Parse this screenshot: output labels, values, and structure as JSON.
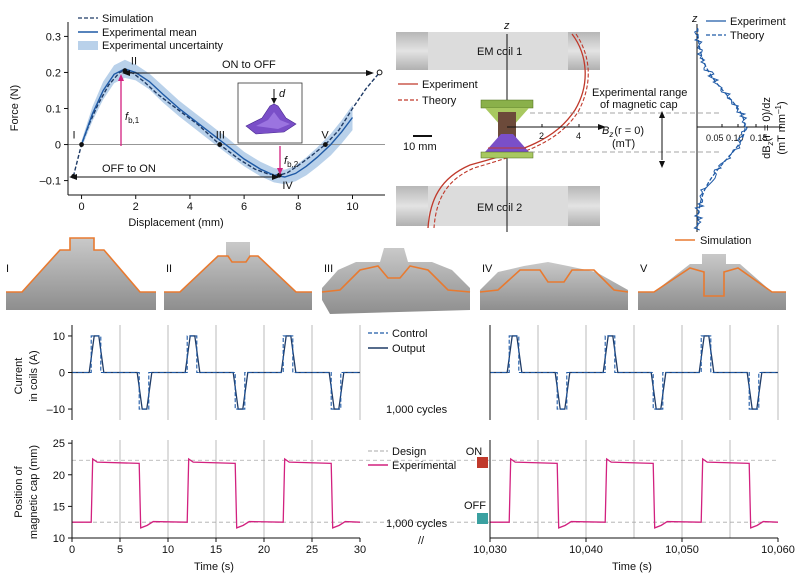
{
  "colors": {
    "experimental": "#1f5aa6",
    "simulation": "#1f3b66",
    "uncertainty": "#b9d1ea",
    "magenta": "#d2217f",
    "orange": "#e87a30",
    "red_on": "#c0392b",
    "teal_off": "#3aa0a0",
    "grid_grey": "#aaaaaa",
    "coil_grey": "#cfcfcf"
  },
  "icons": {
    "on_marker": "red-square",
    "off_marker": "teal-square"
  },
  "chart_data": [
    {
      "type": "line",
      "id": "force-displacement",
      "xlabel": "Displacement (mm)",
      "ylabel": "Force (N)",
      "xlim": [
        -0.5,
        11.2
      ],
      "ylim": [
        -0.14,
        0.34
      ],
      "xticks": [
        0,
        2,
        4,
        6,
        8,
        10
      ],
      "yticks": [
        -0.1,
        0,
        0.1,
        0.2,
        0.3
      ],
      "xtick_labels": [
        "0",
        "2",
        "4",
        "6",
        "8",
        "10"
      ],
      "ytick_labels": [
        "–0.1",
        "0",
        "0.1",
        "0.2",
        "0.3"
      ],
      "legend": [
        "Simulation",
        "Experimental mean",
        "Experimental uncertainty"
      ],
      "legend_position": "top-left",
      "series": [
        {
          "name": "Simulation",
          "style": "dashed",
          "x": [
            -0.3,
            0,
            0.3,
            0.6,
            1.0,
            1.4,
            1.6,
            1.9,
            2.3,
            2.8,
            3.5,
            4.3,
            5.1,
            5.8,
            6.4,
            6.9,
            7.3,
            7.6,
            8.0,
            8.5,
            9.0,
            9.5,
            10.0,
            10.5,
            11.0
          ],
          "y": [
            -0.088,
            0,
            0.06,
            0.11,
            0.165,
            0.2,
            0.205,
            0.198,
            0.175,
            0.14,
            0.1,
            0.055,
            0,
            -0.04,
            -0.068,
            -0.082,
            -0.085,
            -0.078,
            -0.058,
            -0.03,
            0,
            0.04,
            0.1,
            0.155,
            0.2
          ]
        },
        {
          "name": "Experimental mean",
          "style": "solid",
          "x": [
            0,
            0.4,
            0.8,
            1.2,
            1.6,
            2.0,
            2.5,
            3.0,
            3.6,
            4.2,
            4.8,
            5.4,
            6.0,
            6.6,
            7.1,
            7.5,
            7.9,
            8.3,
            8.7,
            9.2,
            9.6,
            10.0
          ],
          "y": [
            0,
            0.085,
            0.15,
            0.195,
            0.21,
            0.2,
            0.175,
            0.14,
            0.1,
            0.065,
            0.03,
            -0.005,
            -0.04,
            -0.068,
            -0.085,
            -0.09,
            -0.08,
            -0.06,
            -0.035,
            0,
            0.035,
            0.075
          ]
        },
        {
          "name": "Experimental uncertainty",
          "style": "band",
          "x": [
            0,
            0.4,
            0.8,
            1.2,
            1.6,
            2.0,
            2.5,
            3.0,
            3.6,
            4.2,
            4.8,
            5.4,
            6.0,
            6.6,
            7.1,
            7.5,
            7.9,
            8.3,
            8.7,
            9.2,
            9.6,
            10.0
          ],
          "lo": [
            -0.01,
            0.065,
            0.125,
            0.17,
            0.185,
            0.178,
            0.153,
            0.117,
            0.078,
            0.043,
            0.008,
            -0.027,
            -0.06,
            -0.088,
            -0.105,
            -0.11,
            -0.102,
            -0.085,
            -0.062,
            -0.03,
            0.003,
            0.04
          ],
          "hi": [
            0.01,
            0.105,
            0.175,
            0.22,
            0.235,
            0.222,
            0.197,
            0.163,
            0.122,
            0.087,
            0.052,
            0.017,
            -0.02,
            -0.048,
            -0.065,
            -0.07,
            -0.058,
            -0.035,
            -0.008,
            0.03,
            0.067,
            0.11
          ]
        }
      ],
      "points": [
        {
          "label": "I",
          "x": 0,
          "y": 0
        },
        {
          "label": "II",
          "x": 1.6,
          "y": 0.205
        },
        {
          "label": "III",
          "x": 5.1,
          "y": 0
        },
        {
          "label": "IV",
          "x": 7.3,
          "y": -0.085
        },
        {
          "label": "V",
          "x": 9.0,
          "y": 0
        }
      ],
      "annotations": {
        "on_to_off": "ON to OFF",
        "off_to_on": "OFF to ON",
        "fb1_main": "f",
        "fb1_sub": "b,1",
        "fb2_main": "f",
        "fb2_sub": "b,2",
        "inset_label": "d"
      }
    },
    {
      "type": "diagram",
      "id": "coil-field",
      "labels": {
        "z_axis": "z",
        "coil1": "EM coil 1",
        "coil2": "EM coil 2",
        "experiment": "Experiment",
        "theory": "Theory",
        "scale_bar": "10 mm",
        "bz_main": "B",
        "bz_sub": "z",
        "bz_tail": "(r = 0)",
        "bz_unit": "(mT)",
        "range_line1": "Experimental range",
        "range_line2": "of magnetic cap"
      },
      "bz_ticks": [
        "2",
        "4"
      ]
    },
    {
      "type": "line",
      "id": "field-gradient",
      "xlabel_line1": "dB",
      "xlabel_sub": "z",
      "xlabel_line1_tail": "(r = 0)/dz",
      "xlabel_line2": "(mT mm",
      "xlabel_sup": "–1",
      "xlabel_line2_tail": ")",
      "z_axis": "z",
      "xticks": [
        "0.05",
        "0.10",
        "0.15"
      ],
      "legend": [
        "Experiment",
        "Theory"
      ],
      "legend_position": "top-right"
    },
    {
      "type": "image-sequence",
      "id": "deformation-snapshots",
      "panels": [
        "I",
        "II",
        "III",
        "IV",
        "V"
      ],
      "legend": [
        "Simulation"
      ]
    },
    {
      "type": "line",
      "id": "current",
      "ylabel_line1": "Current",
      "ylabel_line2": "in coils (A)",
      "ylim": [
        -13,
        13
      ],
      "yticks": [
        -10,
        0,
        10
      ],
      "ytick_labels": [
        "–10",
        "0",
        "10"
      ],
      "legend": [
        "Control",
        "Output"
      ],
      "legend_position": "top-center",
      "note": "1,000 cycles",
      "segments": [
        {
          "xlim": [
            0,
            30
          ],
          "pulse_starts": [
            2,
            7,
            12,
            17,
            22,
            27
          ],
          "pulse_signs": [
            1,
            -1,
            1,
            -1,
            1,
            -1
          ]
        },
        {
          "xlim": [
            10030,
            10060
          ],
          "pulse_starts": [
            10032,
            10037,
            10042,
            10047,
            10052,
            10057
          ],
          "pulse_signs": [
            1,
            -1,
            1,
            -1,
            1,
            -1
          ]
        }
      ],
      "pulse_width": 1.0,
      "amplitude": 10
    },
    {
      "type": "line",
      "id": "position",
      "ylabel_line1": "Position of",
      "ylabel_line2": "magnetic cap (mm)",
      "xlabel": "Time (s)",
      "ylim": [
        10,
        25.5
      ],
      "yticks": [
        10,
        15,
        20,
        25
      ],
      "ytick_labels": [
        "10",
        "15",
        "20",
        "25"
      ],
      "legend": [
        "Design",
        "Experimental"
      ],
      "legend_position": "top-center",
      "note": "1,000 cycles",
      "on_label": "ON",
      "off_label": "OFF",
      "design_on": 22.3,
      "design_off": 12.5,
      "high_level": 22.0,
      "low_level": 12.5,
      "segments": [
        {
          "xlim": [
            0,
            30
          ],
          "xticks": [
            0,
            5,
            10,
            15,
            20,
            25,
            30
          ],
          "xtick_labels": [
            "0",
            "5",
            "10",
            "15",
            "20",
            "25",
            "30"
          ],
          "rise": [
            2,
            12,
            22
          ],
          "fall": [
            7,
            17,
            27
          ]
        },
        {
          "xlim": [
            10030,
            10060
          ],
          "xticks": [
            10030,
            10040,
            10050,
            10060
          ],
          "xtick_labels": [
            "10,030",
            "10,040",
            "10,050",
            "10,060"
          ],
          "rise": [
            10032,
            10042,
            10052
          ],
          "fall": [
            10037,
            10047,
            10057
          ]
        }
      ],
      "break_symbol": "//"
    }
  ]
}
